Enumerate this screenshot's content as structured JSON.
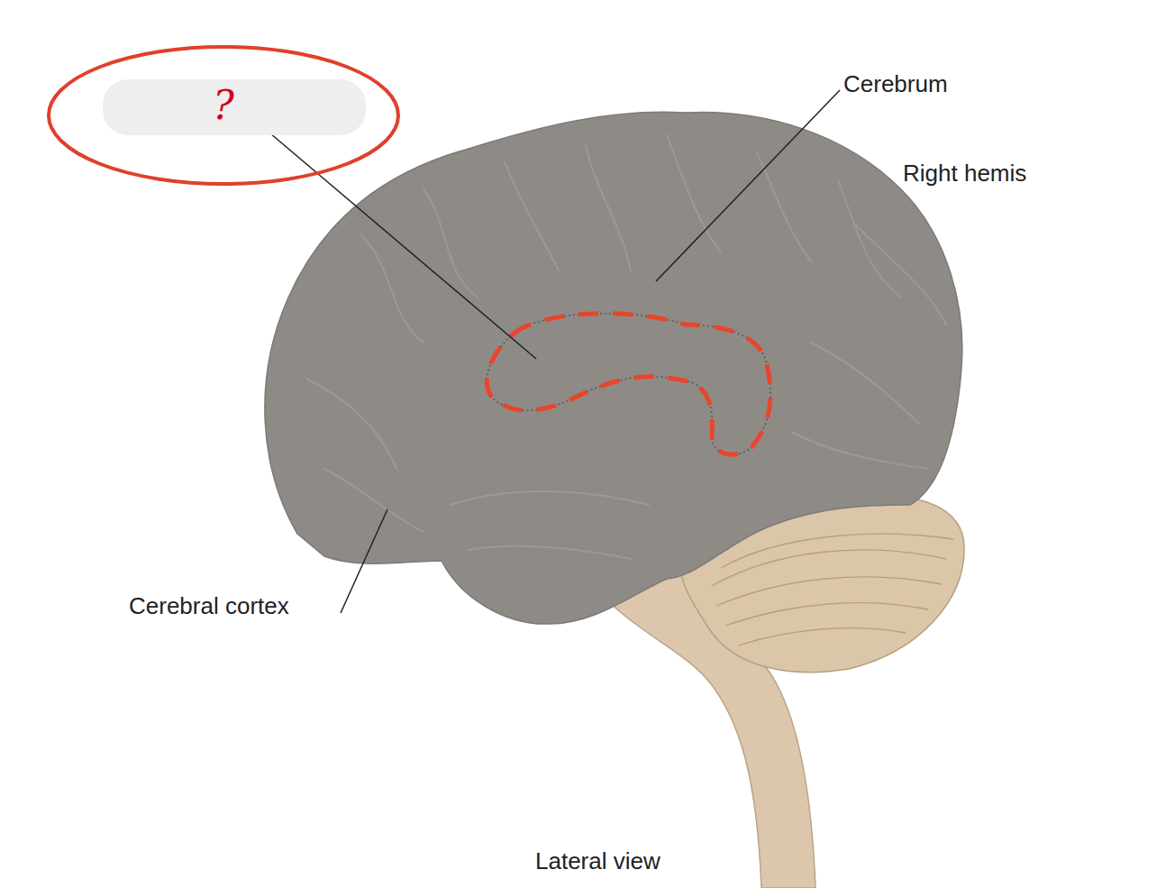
{
  "diagram": {
    "nodes": [
      {
        "text": [
          "?"
        ]
      }
    ],
    "labels": [
      "Cerebrum",
      "Right hemis",
      "Cerebral cortex",
      "Lateral view"
    ]
  }
}
